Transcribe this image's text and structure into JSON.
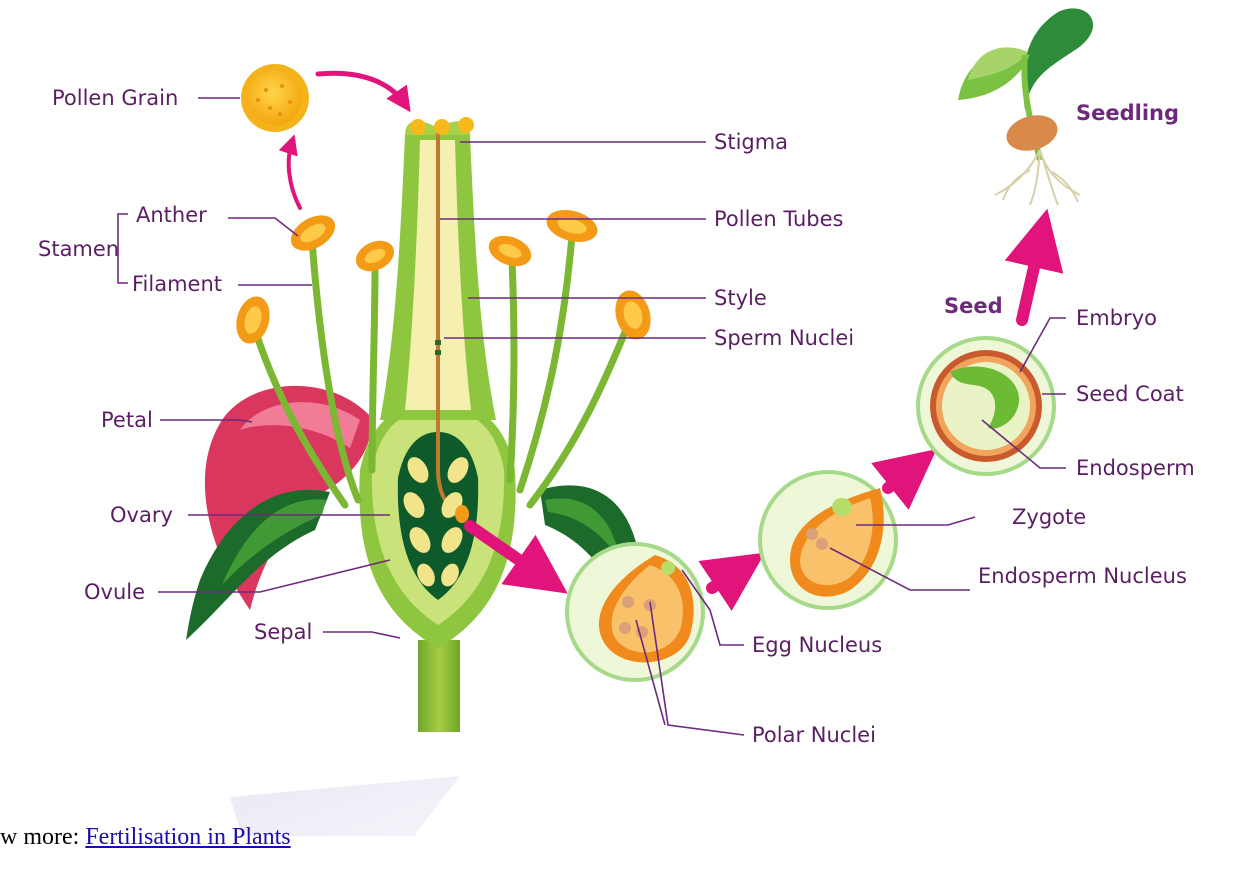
{
  "labels": {
    "pollen_grain": "Pollen Grain",
    "stamen": "Stamen",
    "anther": "Anther",
    "filament": "Filament",
    "petal": "Petal",
    "ovary": "Ovary",
    "ovule": "Ovule",
    "sepal": "Sepal",
    "stigma": "Stigma",
    "pollen_tubes": "Pollen Tubes",
    "style": "Style",
    "sperm_nuclei": "Sperm Nuclei",
    "egg_nucleus": "Egg Nucleus",
    "polar_nuclei": "Polar Nuclei",
    "zygote": "Zygote",
    "endosperm_nucleus": "Endosperm Nucleus",
    "seed": "Seed",
    "embryo": "Embryo",
    "seed_coat": "Seed Coat",
    "endosperm": "Endosperm",
    "seedling": "Seedling"
  },
  "caption": {
    "prefix": "w more: ",
    "link_text": "Fertilisation in Plants"
  },
  "colors": {
    "label_text": "#5a1f63",
    "leader_line": "#6d2a7d",
    "arrow": "#e0147a",
    "ovary_dark": "#0f5a2a",
    "light_green": "#b9dc5a",
    "anther": "#f39a17",
    "petal": "#d9375e",
    "link": "#1a0dab"
  }
}
